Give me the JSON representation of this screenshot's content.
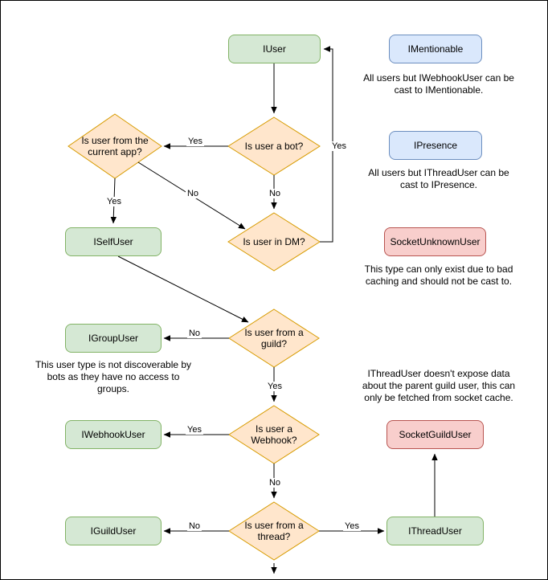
{
  "diagram": {
    "background": "#ffffff",
    "border_color": "#000000",
    "colors": {
      "interface_fill": "#d5e8d4",
      "interface_stroke": "#82b366",
      "capability_fill": "#dae8fc",
      "capability_stroke": "#6c8ebf",
      "socket_fill": "#f8cecc",
      "socket_stroke": "#b85450",
      "decision_fill": "#ffe6cc",
      "decision_stroke": "#d79b00",
      "edge_color": "#000000"
    },
    "nodes": {
      "iuser": "IUser",
      "imentionable": "IMentionable",
      "ipresence": "IPresence",
      "socket_unknown_user": "SocketUnknownUser",
      "iself_user": "ISelfUser",
      "igroup_user": "IGroupUser",
      "iwebhook_user": "IWebhookUser",
      "iguild_user": "IGuildUser",
      "socket_guild_user": "SocketGuildUser",
      "ithread_user": "IThreadUser"
    },
    "decisions": {
      "is_bot": {
        "lines": [
          "Is user a bot?"
        ]
      },
      "is_current_app": {
        "lines": [
          "Is user from the",
          "current app?"
        ]
      },
      "is_dm": {
        "lines": [
          "Is user in DM?"
        ]
      },
      "is_guild": {
        "lines": [
          "Is user from a",
          "guild?"
        ]
      },
      "is_webhook": {
        "lines": [
          "Is user a",
          "Webhook?"
        ]
      },
      "is_thread": {
        "lines": [
          "Is user from a",
          "thread?"
        ]
      }
    },
    "edge_labels": {
      "bot_yes": "Yes",
      "bot_no": "No",
      "current_app_yes": "Yes",
      "current_app_no": "No",
      "dm_yes": "Yes",
      "guild_no": "No",
      "guild_yes": "Yes",
      "webhook_yes": "Yes",
      "webhook_no": "No",
      "thread_no": "No",
      "thread_yes": "Yes"
    },
    "notes": {
      "mentionable": {
        "lines": [
          "All users but IWebhookUser can be",
          "cast to IMentionable."
        ]
      },
      "presence": {
        "lines": [
          "All users but IThreadUser can be",
          "cast to IPresence."
        ]
      },
      "unknown": {
        "lines": [
          "This type can only exist due to bad",
          "caching and should not be cast to."
        ]
      },
      "group": {
        "lines": [
          "This user type is not discoverable by",
          "bots as they have no access to",
          "groups."
        ]
      },
      "thread": {
        "lines": [
          "IThreadUser doesn't expose data",
          "about the parent guild user, this can",
          "only be fetched from socket cache."
        ]
      }
    }
  }
}
